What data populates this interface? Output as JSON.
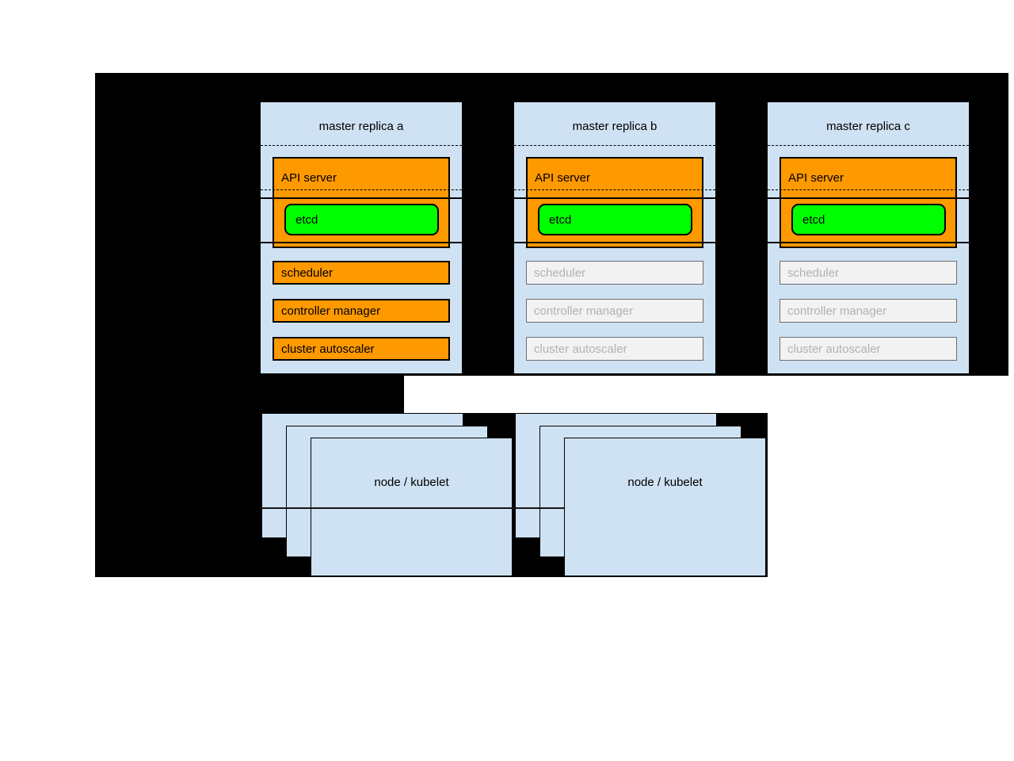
{
  "diagram": {
    "type": "kubernetes-ha-masters-architecture",
    "colors": {
      "canvas": "#000000",
      "panel_fill": "#cfe2f3",
      "active_fill": "#ff9900",
      "etcd_fill": "#00ff00",
      "inactive_fill": "#f2f2f2",
      "inactive_border": "#6e6e6e",
      "inactive_text": "#b2b2b2",
      "text": "#000000"
    },
    "masters": [
      {
        "title": "master replica a",
        "api_server_label": "API server",
        "etcd_label": "etcd",
        "scheduler_label": "scheduler",
        "controller_manager_label": "controller manager",
        "cluster_autoscaler_label": "cluster autoscaler",
        "secondary_components_state": "active"
      },
      {
        "title": "master replica b",
        "api_server_label": "API server",
        "etcd_label": "etcd",
        "scheduler_label": "scheduler",
        "controller_manager_label": "controller manager",
        "cluster_autoscaler_label": "cluster autoscaler",
        "secondary_components_state": "inactive"
      },
      {
        "title": "master replica c",
        "api_server_label": "API server",
        "etcd_label": "etcd",
        "scheduler_label": "scheduler",
        "controller_manager_label": "controller manager",
        "cluster_autoscaler_label": "cluster autoscaler",
        "secondary_components_state": "inactive"
      }
    ],
    "node_stacks": [
      {
        "label": "node / kubelet"
      },
      {
        "label": "node / kubelet"
      }
    ]
  }
}
